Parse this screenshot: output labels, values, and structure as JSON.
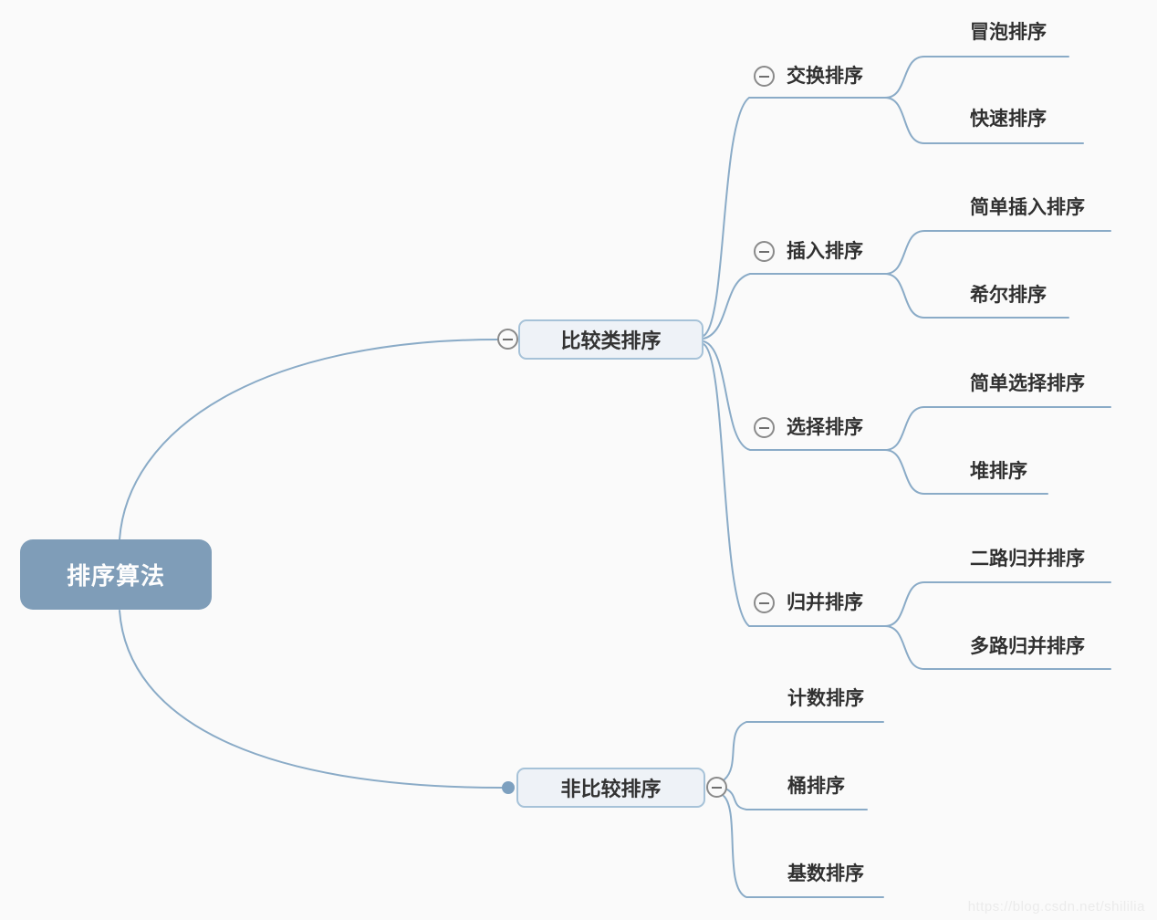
{
  "watermark": {
    "text": "https://blog.csdn.net/shililia"
  },
  "colors": {
    "background": "#fafafa",
    "connector_line": "#8aabc7",
    "root_fill": "#7f9db8",
    "root_text": "#fdfdfd",
    "topic_fill": "#eef2f7",
    "topic_border": "#a6c2d8",
    "node_text": "#303030",
    "collapse_icon": "#8a8a8a",
    "branch_dot": "#7da0bf"
  },
  "icons": {
    "collapse": "minus-circle-icon",
    "dot": "branch-point-dot"
  },
  "tree": {
    "root": {
      "label": "排序算法",
      "children": [
        {
          "label": "比较类排序",
          "children": [
            {
              "label": "交换排序",
              "children": [
                {
                  "label": "冒泡排序"
                },
                {
                  "label": "快速排序"
                }
              ]
            },
            {
              "label": "插入排序",
              "children": [
                {
                  "label": "简单插入排序"
                },
                {
                  "label": "希尔排序"
                }
              ]
            },
            {
              "label": "选择排序",
              "children": [
                {
                  "label": "简单选择排序"
                },
                {
                  "label": "堆排序"
                }
              ]
            },
            {
              "label": "归并排序",
              "children": [
                {
                  "label": "二路归并排序"
                },
                {
                  "label": "多路归并排序"
                }
              ]
            }
          ]
        },
        {
          "label": "非比较排序",
          "children": [
            {
              "label": "计数排序"
            },
            {
              "label": "桶排序"
            },
            {
              "label": "基数排序"
            }
          ]
        }
      ]
    }
  }
}
